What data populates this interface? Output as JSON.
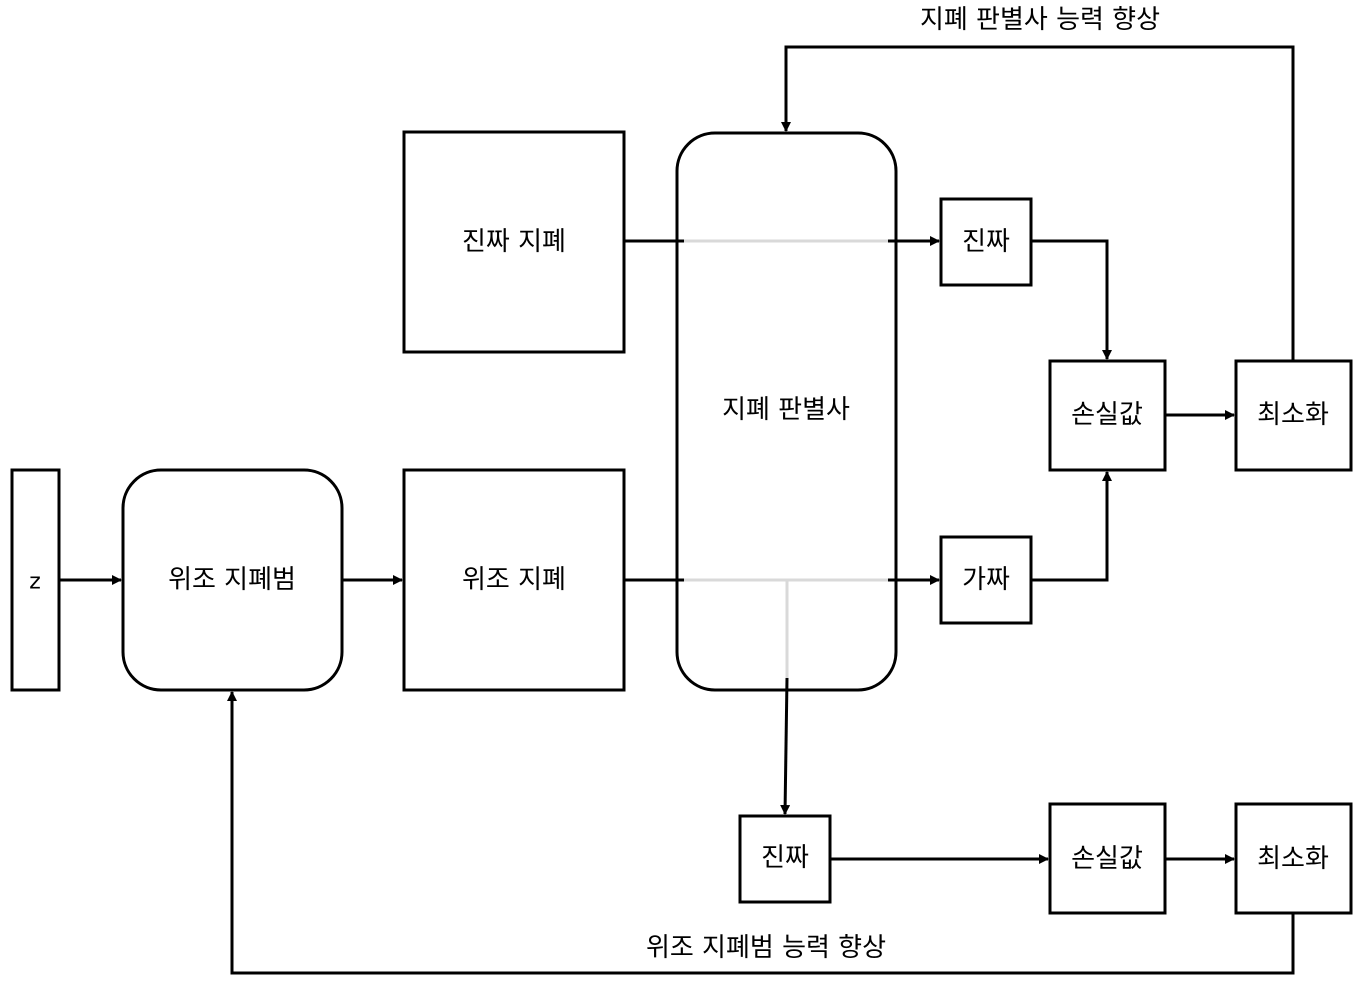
{
  "diagram": {
    "nodes": {
      "z_input": "z",
      "generator": "위조 지폐범",
      "real_notes": "진짜 지폐",
      "fake_notes": "위조 지폐",
      "discriminator": "지폐 판별사",
      "real_label_top": "진짜",
      "fake_label": "가짜",
      "loss_top": "손실값",
      "minimize_top": "최소화",
      "real_label_bottom": "진짜",
      "loss_bottom": "손실값",
      "minimize_bottom": "최소화"
    },
    "feedback": {
      "discriminator_improve": "지폐 판별사 능력 향상",
      "generator_improve": "위조 지폐범 능력 향상"
    }
  }
}
